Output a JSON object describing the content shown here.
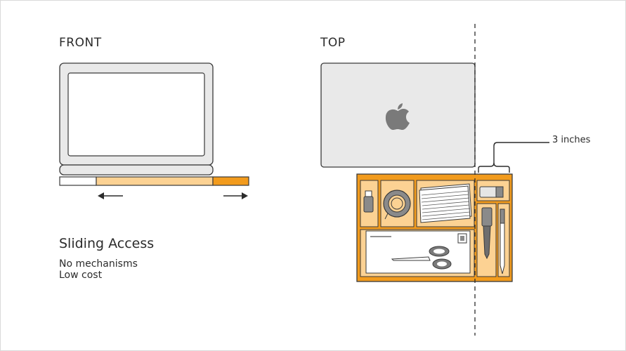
{
  "front_view": {
    "heading": "FRONT"
  },
  "top_view": {
    "heading": "TOP"
  },
  "dimension": {
    "label": "3 inches"
  },
  "concept": {
    "title": "Sliding Access",
    "notes": [
      "No mechanisms",
      "Low cost"
    ]
  },
  "colors": {
    "accent": "#f29b1d",
    "accent_light": "#fcd293",
    "drawer_fill": "#f7c27a",
    "outline": "#3a3a3a",
    "laptop_fill": "#e9e9e9"
  },
  "icons": {
    "laptop_logo": "apple-logo-icon",
    "arrow_left": "arrow-left-icon",
    "arrow_right": "arrow-right-icon",
    "drawer_items": [
      "usb-drive-icon",
      "tape-roll-icon",
      "index-cards-icon",
      "eraser-icon",
      "marker-icon",
      "pen-icon",
      "envelope-icon",
      "scissors-icon"
    ]
  }
}
